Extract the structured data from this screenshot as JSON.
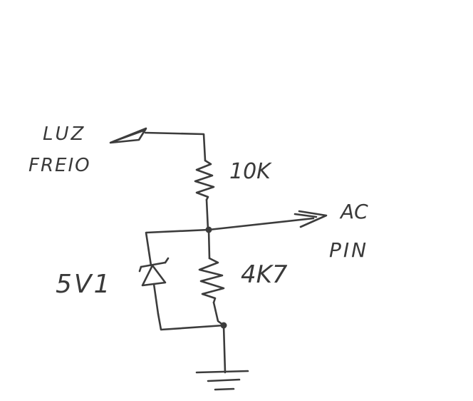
{
  "labels": {
    "input_line1": "LUZ",
    "input_line2": "FREIO",
    "resistor_top": "10K",
    "resistor_bottom": "4K7",
    "zener": "5V1",
    "output_line1": "AC",
    "output_line2": "PIN"
  }
}
